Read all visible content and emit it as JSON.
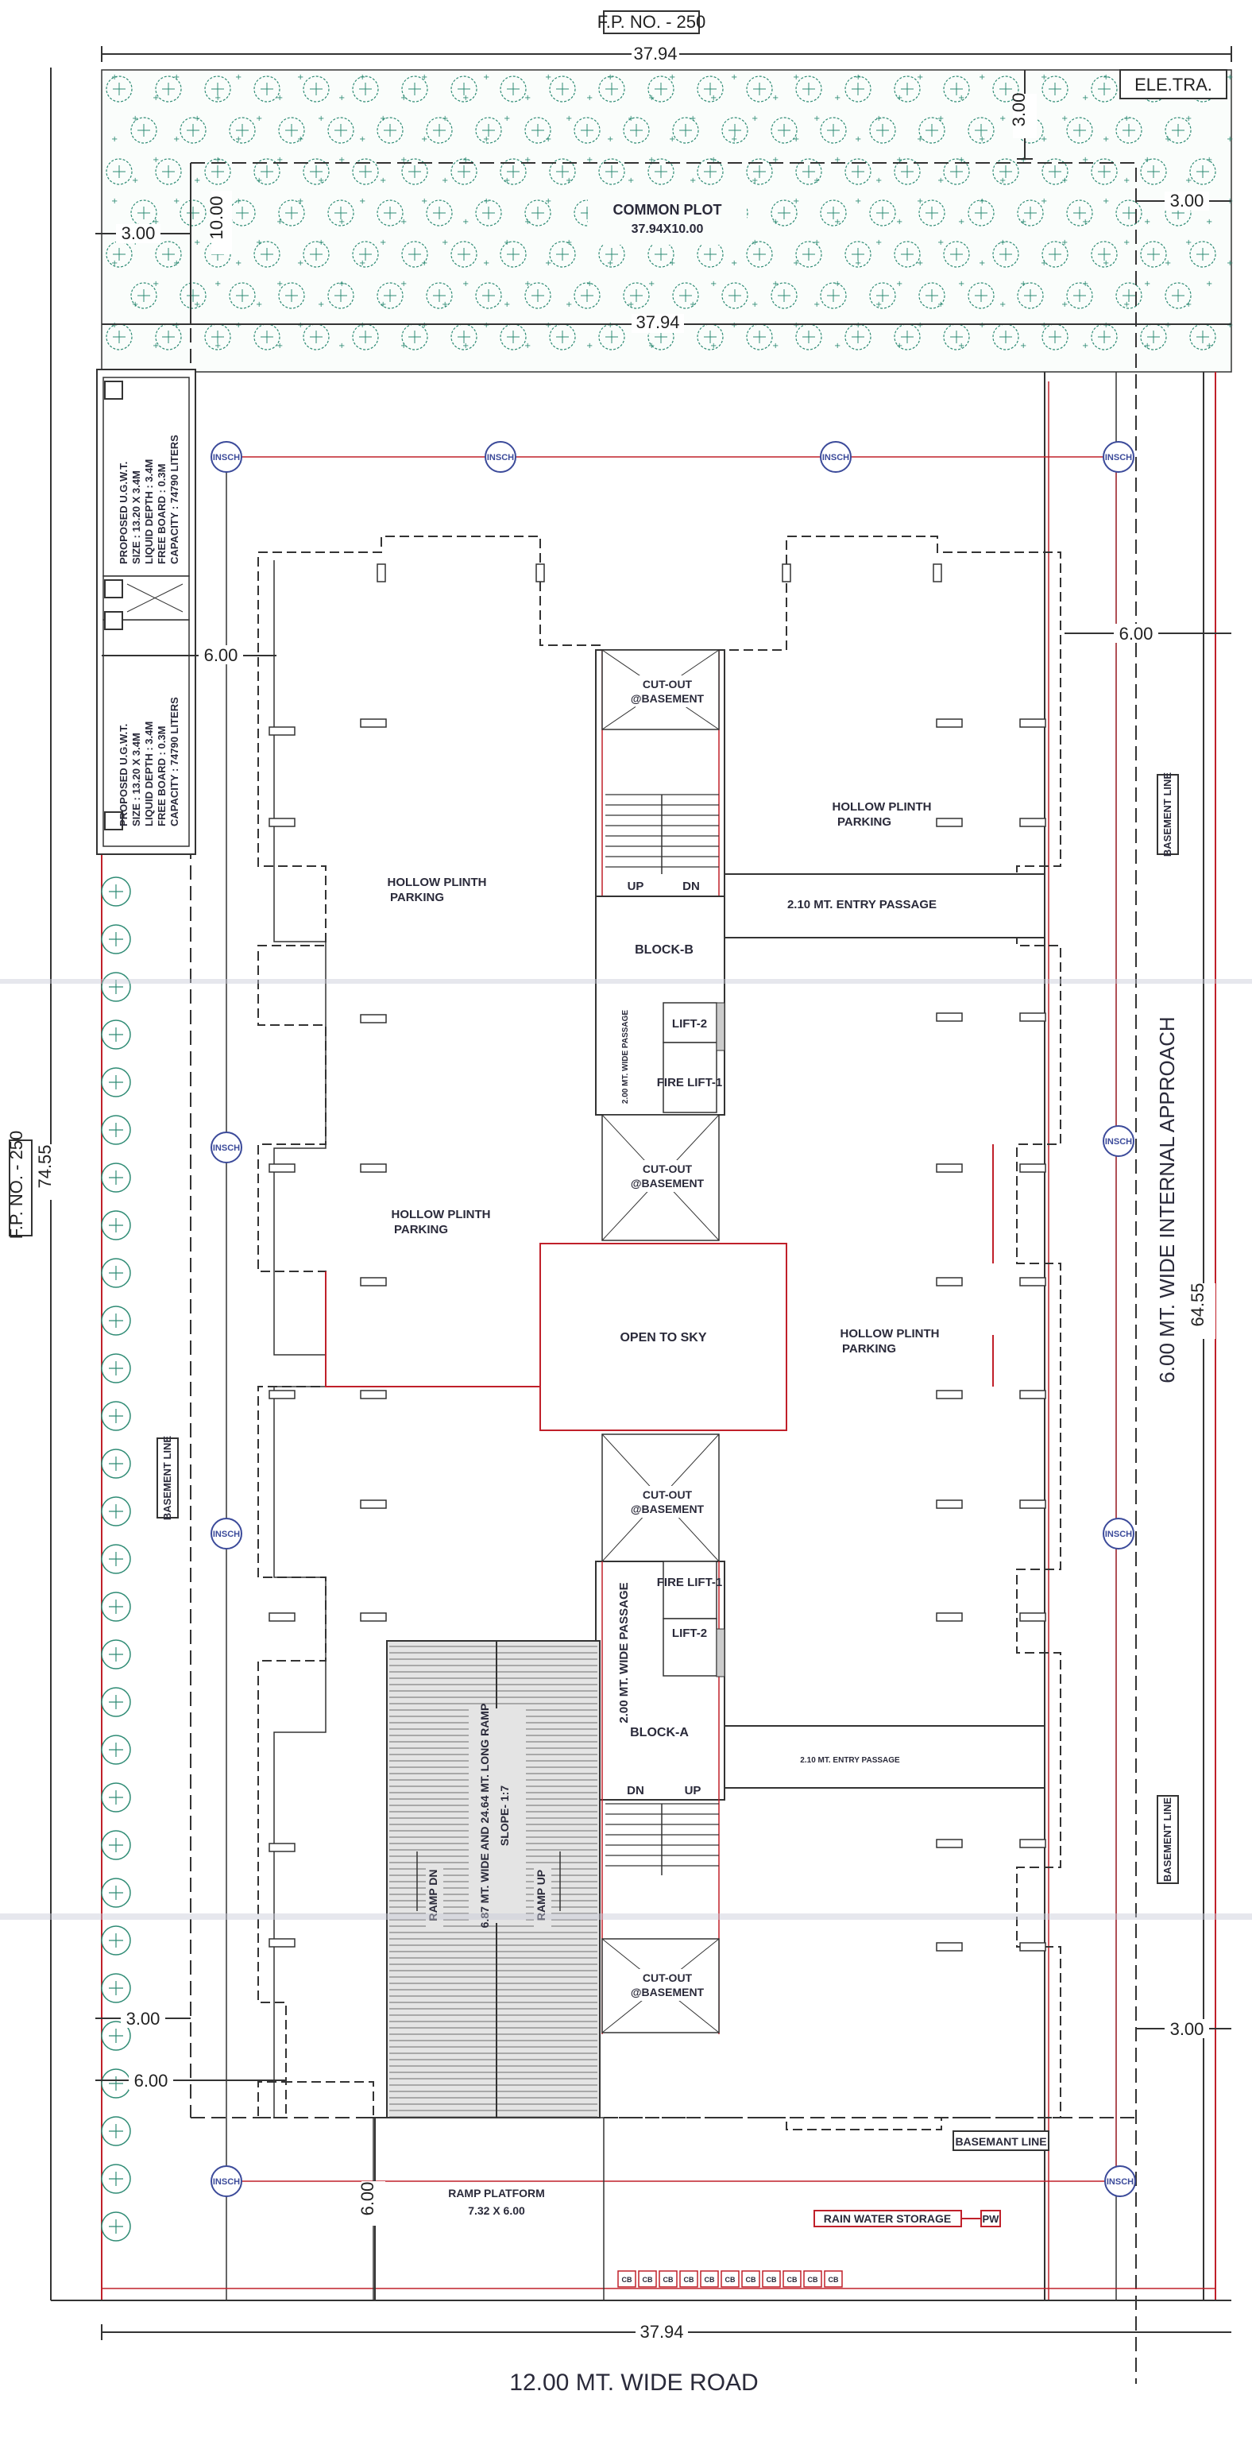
{
  "colors": {
    "ink": "#2a2a3a",
    "red": "#c0202a",
    "tree": "#2e8b74",
    "inspection": "#3b4a9a",
    "ramp": "#6b6b6b"
  },
  "plot": {
    "fp_top": "F.P. NO. - 250",
    "fp_side": "F.P. NO. - 250",
    "road": "12.00 MT. WIDE ROAD",
    "approach": "6.00 MT. WIDE INTERNAL APPROACH",
    "elec": "ELE.TRA."
  },
  "dims": {
    "width_top": "37.94",
    "width_bottom": "37.94",
    "width_common": "37.94",
    "depth_left": "74.55",
    "depth_right": "64.55",
    "m300": "3.00",
    "m1000": "10.00",
    "m600": "6.00"
  },
  "common_plot": {
    "title": "COMMON PLOT",
    "size": "37.94X10.00"
  },
  "tanks": {
    "upper": [
      "PROPOSED U.G.W.T.",
      "SIZE : 13.20 X 3.4M",
      "LIQUID DEPTH : 3.4M",
      "FREE BOARD : 0.3M",
      "CAPACITY : 74790 LITERS"
    ],
    "lower": [
      "PROPOSED U.G.W.T.",
      "SIZE : 13.20 X 3.4M",
      "LIQUID DEPTH : 3.4M",
      "FREE BOARD : 0.3M",
      "CAPACITY : 74790 LITERS"
    ]
  },
  "rooms": {
    "hollow_line1": "HOLLOW PLINTH",
    "hollow_line2": "PARKING",
    "cutout_line1": "CUT-OUT",
    "cutout_line2": "@BASEMENT",
    "block_a": "BLOCK-A",
    "block_b": "BLOCK-B",
    "lift2": "LIFT-2",
    "fire_lift": "FIRE LIFT-1",
    "open_sky": "OPEN TO SKY",
    "entry_b": "2.10 MT. ENTRY PASSAGE",
    "entry_a": "2.10 MT. ENTRY PASSAGE",
    "passage_b": "2.00 MT. WIDE PASSAGE",
    "passage_a": "2.00 MT. WIDE PASSAGE",
    "up": "UP",
    "dn": "DN",
    "ramp_desc": "6.87 MT. WIDE AND 24.64 MT. LONG RAMP",
    "ramp_slope": "SLOPE- 1:7",
    "ramp_dn": "RAMP DN",
    "ramp_up": "RAMP UP",
    "ramp_platform": "RAMP PLATFORM",
    "ramp_platform_size": "7.32 X 6.00",
    "rain_water": "RAIN WATER STORAGE",
    "pw": "PW",
    "basement_line": "BASEMENT LINE",
    "basemant_line": "BASEMANT LINE",
    "insch": "INSCH",
    "cb": "CB"
  }
}
